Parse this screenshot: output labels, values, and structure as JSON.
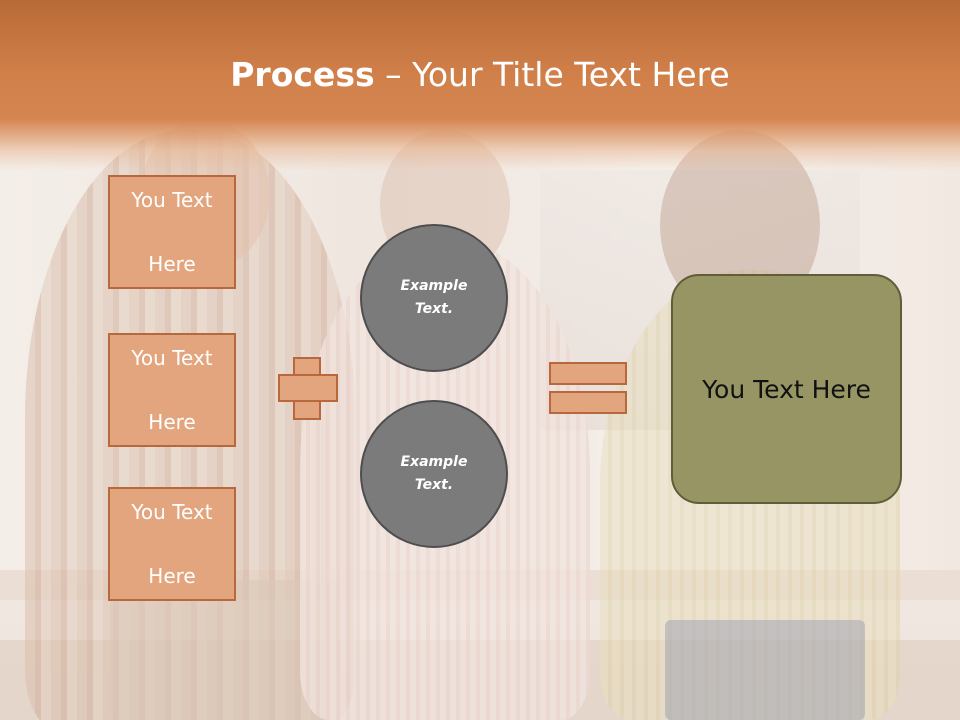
{
  "slide": {
    "title_bold": "Process",
    "title_rest": " – Your Title Text Here",
    "left_boxes": [
      {
        "line1": "You Text",
        "line2": "Here"
      },
      {
        "line1": "You Text",
        "line2": "Here"
      },
      {
        "line1": "You Text",
        "line2": "Here"
      }
    ],
    "circles": [
      {
        "line1": "Example",
        "line2": "Text."
      },
      {
        "line1": "Example",
        "line2": "Text."
      }
    ],
    "result_text": "You Text Here"
  },
  "colors": {
    "title_band": "#d1804a",
    "box_fill": "#e3a57e",
    "box_border": "#b7683d",
    "circle_fill": "#7b7b7b",
    "result_fill": "#969563"
  }
}
